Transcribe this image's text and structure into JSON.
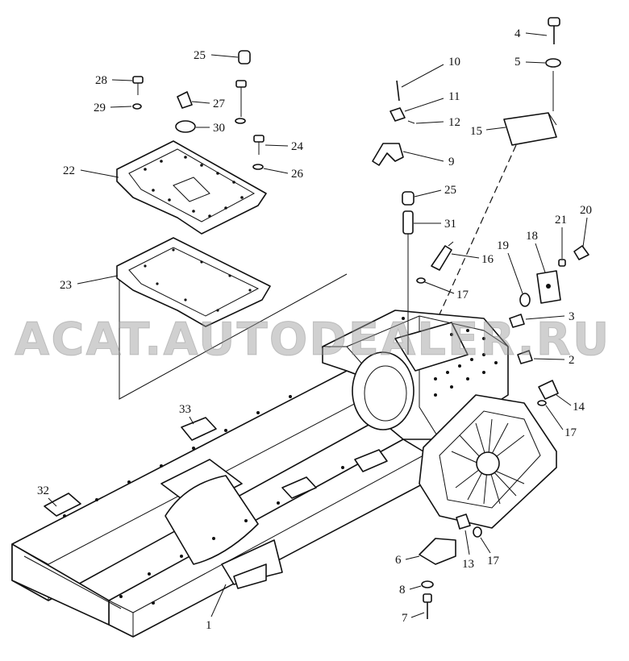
{
  "watermark": "ACAT.AUTODEALER.RU",
  "callouts": {
    "c1": "1",
    "c2": "2",
    "c3": "3",
    "c4": "4",
    "c5": "5",
    "c6": "6",
    "c7": "7",
    "c8": "8",
    "c9": "9",
    "c10": "10",
    "c11": "11",
    "c12": "12",
    "c13": "13",
    "c14": "14",
    "c15": "15",
    "c16": "16",
    "c17a": "17",
    "c17b": "17",
    "c17c": "17",
    "c18": "18",
    "c19": "19",
    "c20": "20",
    "c21": "21",
    "c22": "22",
    "c23": "23",
    "c24": "24",
    "c25a": "25",
    "c25b": "25",
    "c26": "26",
    "c27": "27",
    "c28": "28",
    "c29": "29",
    "c30": "30",
    "c31": "31",
    "c32": "32",
    "c33": "33"
  }
}
